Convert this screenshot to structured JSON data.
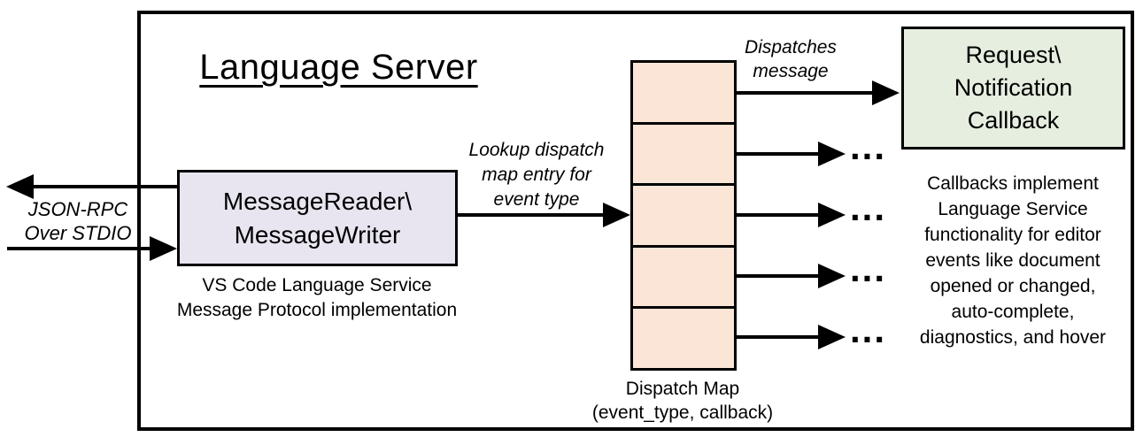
{
  "diagram": {
    "title": "Language Server",
    "left_channel": {
      "line1": "JSON-RPC",
      "line2": "Over STDIO"
    },
    "reader_box": {
      "line1": "MessageReader\\",
      "line2": "MessageWriter",
      "caption_line1": "VS Code Language Service",
      "caption_line2": "Message Protocol implementation"
    },
    "lookup_label": {
      "line1": "Lookup dispatch",
      "line2": "map entry for",
      "line3": "event type"
    },
    "dispatch_map": {
      "cell_count": 5,
      "caption_line1": "Dispatch Map",
      "caption_line2": "(event_type, callback)"
    },
    "dispatches_label": {
      "line1": "Dispatches",
      "line2": "message"
    },
    "callback_box": {
      "line1": "Request\\",
      "line2": "Notification",
      "line3": "Callback"
    },
    "callbacks_note": {
      "lines": [
        "Callbacks implement",
        "Language Service",
        "functionality for editor",
        "events like document",
        "opened or changed,",
        "auto-complete,",
        "diagnostics, and hover"
      ]
    },
    "ellipsis": "..."
  },
  "colors": {
    "stroke": "#000000",
    "reader_fill": "#E8E5F0",
    "dispatch_fill": "#FBE5D6",
    "callback_fill": "#E6EEDF",
    "background": "#FFFFFF"
  }
}
